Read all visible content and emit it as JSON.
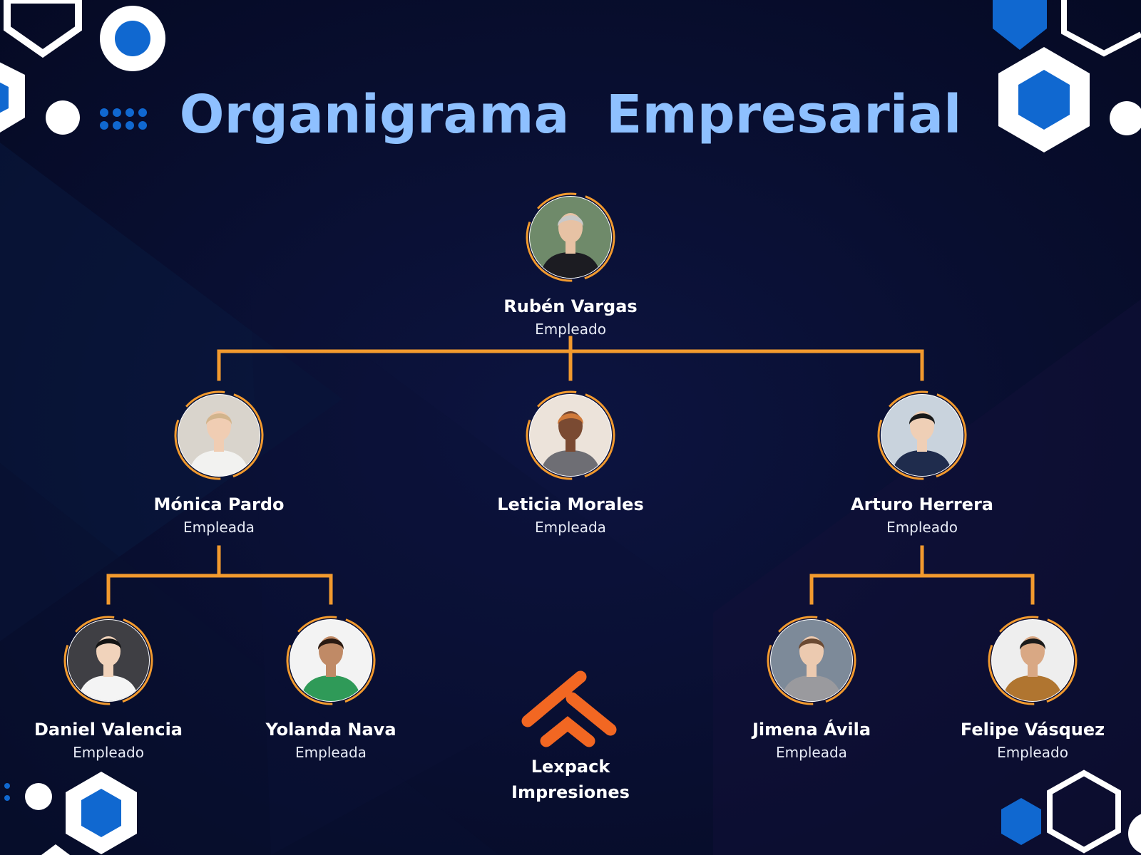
{
  "title": "Organigrama  Empresarial",
  "colors": {
    "background": "#060b2a",
    "title": "#8ec0ff",
    "connector": "#f29a2e",
    "accent_blue": "#1068d0",
    "logo_orange": "#f26722"
  },
  "people": [
    {
      "name": "Rubén Vargas",
      "role": "Empleado",
      "photo_bg": "#6f8a6a",
      "skin": "#e7c2a4",
      "hair": "#c9c9c9",
      "outfit": "#1c1c22"
    },
    {
      "name": "Mónica Pardo",
      "role": "Empleada",
      "photo_bg": "#d9d4cc",
      "skin": "#f0cdb3",
      "hair": "#d2b48c",
      "outfit": "#f2f2f0"
    },
    {
      "name": "Leticia Morales",
      "role": "Empleada",
      "photo_bg": "#ece3da",
      "skin": "#7a4a32",
      "hair": "#d07a3a",
      "outfit": "#6e6e74"
    },
    {
      "name": "Arturo Herrera",
      "role": "Empleado",
      "photo_bg": "#c9d3dd",
      "skin": "#efcfb6",
      "hair": "#1a1a1a",
      "outfit": "#1f2c4d"
    },
    {
      "name": "Daniel Valencia",
      "role": "Empleado",
      "photo_bg": "#3f3f44",
      "skin": "#f1d3bb",
      "hair": "#141414",
      "outfit": "#f4f4f4"
    },
    {
      "name": "Yolanda Nava",
      "role": "Empleada",
      "photo_bg": "#f3f3f3",
      "skin": "#c08a66",
      "hair": "#2a1a12",
      "outfit": "#2f9a58"
    },
    {
      "name": "Jimena Ávila",
      "role": "Empleada",
      "photo_bg": "#7d8a99",
      "skin": "#eccab0",
      "hair": "#6b4a33",
      "outfit": "#9a9a9e"
    },
    {
      "name": "Felipe Vásquez",
      "role": "Empleado",
      "photo_bg": "#eeeeee",
      "skin": "#d9a884",
      "hair": "#1a1a1a",
      "outfit": "#b07530"
    }
  ],
  "brand": {
    "name": "Lexpack",
    "name_line2": "Impresiones"
  }
}
